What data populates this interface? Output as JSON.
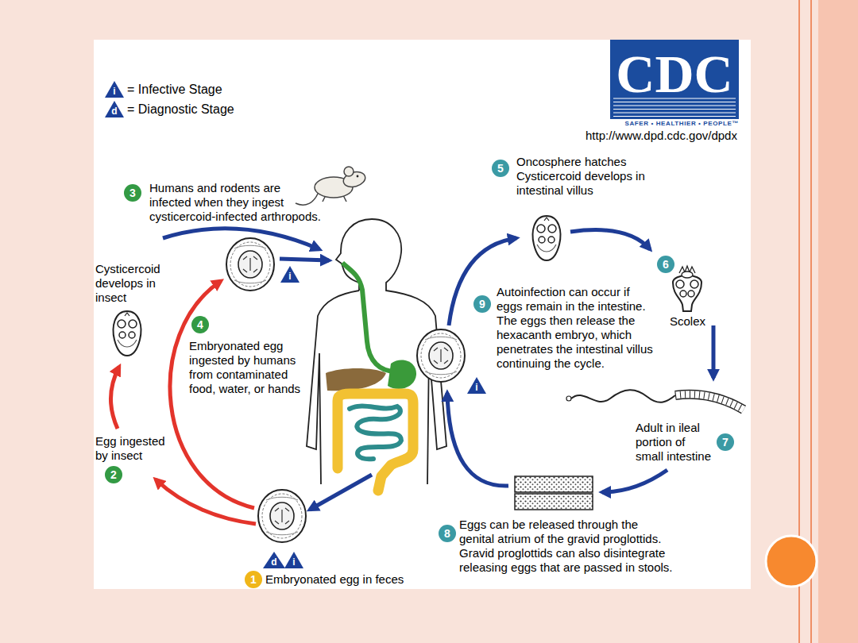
{
  "diagram": {
    "nodes": [
      {
        "text": [
          "3"
        ]
      },
      {
        "text": [
          "5"
        ]
      },
      {
        "text": [
          "i"
        ]
      },
      {
        "text": [
          "6"
        ]
      },
      {
        "text": [
          "9"
        ]
      },
      {
        "text": [
          "4"
        ]
      },
      {
        "text": [
          "i"
        ]
      },
      {
        "text": [
          "7"
        ]
      },
      {
        "text": [
          "2"
        ]
      },
      {
        "text": [
          "8"
        ]
      },
      {
        "text": [
          "d"
        ]
      },
      {
        "text": [
          "i"
        ]
      },
      {
        "text": [
          "1"
        ]
      }
    ],
    "labels": [
      "CDC",
      "SAFER • HEALTHIER • PEOPLE™",
      "http://www.dpd.cdc.gov/dpdx",
      "i",
      "d",
      "Humans and rodents are infected when they ingest cysticercoid-infected arthropods.",
      "Cysticercoid develops in insect",
      "Oncosphere hatches Cysticercoid develops in intestinal villus",
      "Scolex",
      "Autoinfection can occur if eggs remain in the intestine. The eggs then release the hexacanth embryo, which penetrates the intestinal villus continuing the cycle.",
      "Embryonated egg ingested by humans from contaminated food, water, or hands",
      "Adult in ileal portion of small intestine",
      "Egg ingested by insect",
      "Eggs can be released through the genital atrium of the gravid proglottids. Gravid proglottids can also disintegrate releasing eggs that are passed in stools.",
      "Embryonated egg in feces"
    ],
    "legend": [
      {
        "text": "= Infective Stage"
      },
      {
        "text": "= Diagnostic Stage"
      }
    ]
  }
}
